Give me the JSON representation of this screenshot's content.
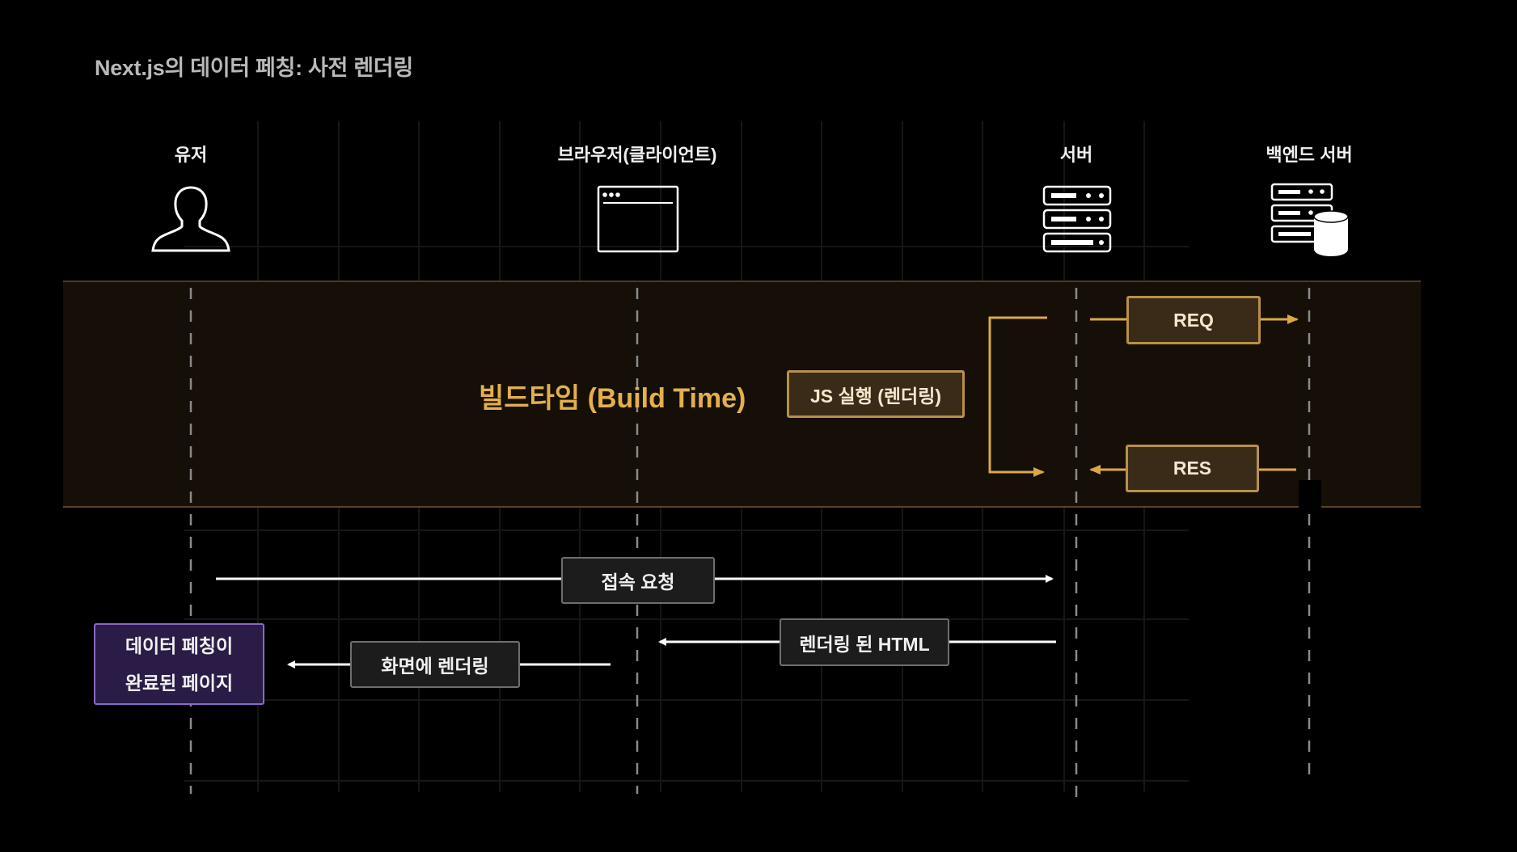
{
  "title": "Next.js의 데이터 페칭: 사전 렌더링",
  "actors": [
    {
      "label": "유저",
      "icon": "user-icon"
    },
    {
      "label": "브라우저(클라이언트)",
      "icon": "browser-window-icon"
    },
    {
      "label": "서버",
      "icon": "server-icon"
    },
    {
      "label": "백엔드 서버",
      "icon": "database-server-icon"
    }
  ],
  "build_phase": {
    "label": "빌드타임 (Build Time)",
    "js_box": "JS 실행 (렌더링)",
    "req": "REQ",
    "res": "RES"
  },
  "messages": {
    "request": "접속 요청",
    "rendered_html": "렌더링 된 HTML",
    "render_screen": "화면에 렌더링",
    "result_line1": "데이터 페칭이",
    "result_line2": "완료된 페이지"
  },
  "colors": {
    "gold": "#d9a846",
    "purple": "#8a68c8",
    "band": "#150f08"
  }
}
